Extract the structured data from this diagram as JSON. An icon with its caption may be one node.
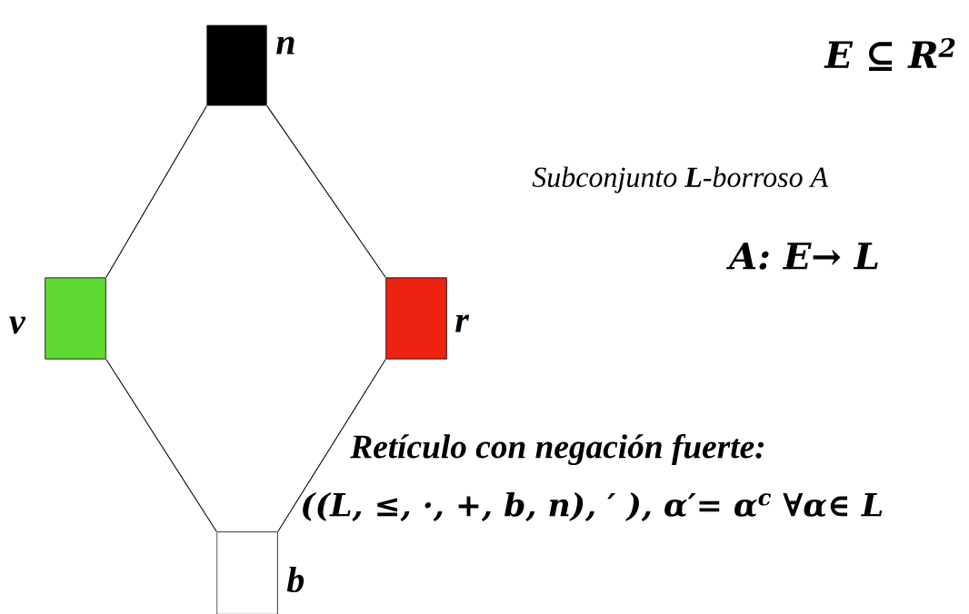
{
  "diagram": {
    "nodes": [
      {
        "text": [],
        "shape": "box",
        "beside": [
          "n"
        ]
      },
      {
        "text": [],
        "shape": "box",
        "beside": [
          "v"
        ]
      },
      {
        "text": [],
        "shape": "box",
        "beside": [
          "r"
        ]
      },
      {
        "text": [],
        "shape": "box",
        "beside": [
          "b"
        ]
      }
    ],
    "edges": [
      {
        "from": 0,
        "to": 1,
        "arrow": "none"
      },
      {
        "from": 0,
        "to": 2,
        "arrow": "none"
      },
      {
        "from": 1,
        "to": 3,
        "arrow": "none"
      },
      {
        "from": 2,
        "to": 3,
        "arrow": "none"
      }
    ],
    "labels": [
      "E ⊆ R$^{2}$",
      "Subconjunto **L**-borroso A",
      "A: E→ L",
      "Retículo con negación fuerte:",
      "((L, ≤, ·, +, b, n), ′ ), α′= α$^{c}$ ∀α∈ L"
    ]
  }
}
